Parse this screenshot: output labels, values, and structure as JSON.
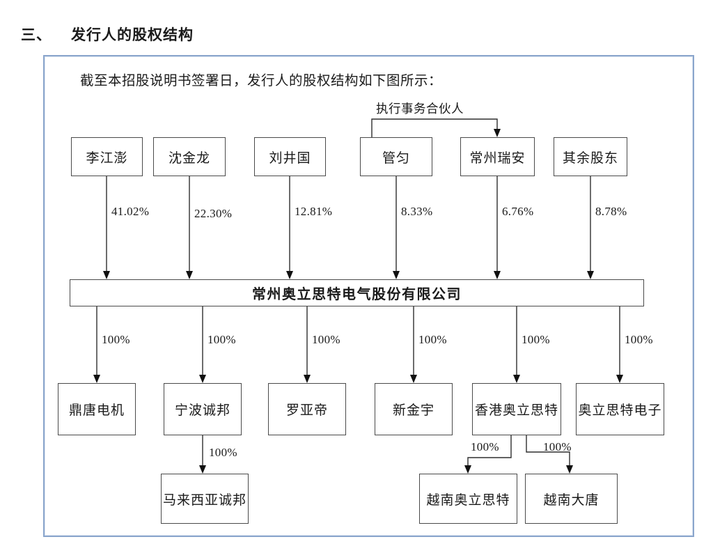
{
  "page": {
    "section_number": "三、",
    "section_title": "发行人的股权结构",
    "intro": "截至本招股说明书签署日，发行人的股权结构如下图所示："
  },
  "diagram": {
    "executive_partner_label": "执行事务合伙人",
    "company_name": "常州奥立思特电气股份有限公司",
    "shareholders": [
      {
        "name": "李江澎",
        "pct": "41.02%"
      },
      {
        "name": "沈金龙",
        "pct": "22.30%"
      },
      {
        "name": "刘井国",
        "pct": "12.81%"
      },
      {
        "name": "管匀",
        "pct": "8.33%"
      },
      {
        "name": "常州瑞安",
        "pct": "6.76%"
      },
      {
        "name": "其余股东",
        "pct": "8.78%"
      }
    ],
    "subsidiaries": [
      {
        "name": "鼎唐电机",
        "pct": "100%"
      },
      {
        "name": "宁波诚邦",
        "pct": "100%"
      },
      {
        "name": "罗亚帝",
        "pct": "100%"
      },
      {
        "name": "新金宇",
        "pct": "100%"
      },
      {
        "name": "香港奥立思特",
        "pct": "100%"
      },
      {
        "name": "奥立思特电子",
        "pct": "100%"
      }
    ],
    "grandchildren": [
      {
        "parent": "宁波诚邦",
        "name": "马来西亚诚邦",
        "pct": "100%"
      },
      {
        "parent": "香港奥立思特",
        "name": "越南奥立思特",
        "pct": "100%"
      },
      {
        "parent": "香港奥立思特",
        "name": "越南大唐",
        "pct": "100%"
      }
    ],
    "colors": {
      "frame_border": "#8aa5cc",
      "node_border": "#4a4a4a",
      "line": "#2e2e2e"
    }
  }
}
